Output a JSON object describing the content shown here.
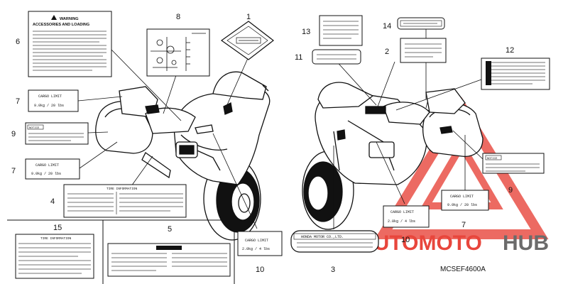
{
  "diagram_code": "MCSEF4600A",
  "watermark": {
    "part1": "AUTOMOTO",
    "part2": "HUB",
    "color_red": "#e8463c",
    "color_grey": "#6b6b6b"
  },
  "callouts": [
    "1",
    "2",
    "3",
    "4",
    "5",
    "6",
    "7",
    "7",
    "7",
    "8",
    "9",
    "9",
    "10",
    "10",
    "11",
    "12",
    "13",
    "14",
    "15"
  ],
  "labels": {
    "warning_title": "WARNING",
    "warning_sub": "ACCESSORIES AND LOADING",
    "cargo_title": "CARGO LIMIT",
    "cargo_9": "9.0kg / 20 lbs",
    "cargo_2": "2.0kg / 4 lbs",
    "notice": "NOTICE",
    "tire_info": "TIRE INFORMATION",
    "honda": "HONDA MOTOR CO.,LTD."
  }
}
